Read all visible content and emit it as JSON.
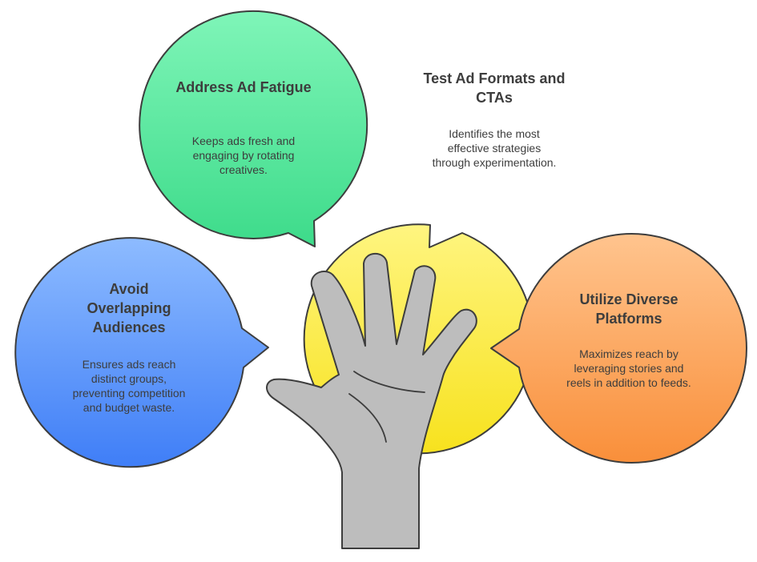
{
  "colors": {
    "green_top": "#7FF5B8",
    "green_bottom": "#3DDB8A",
    "yellow_top": "#FFF580",
    "yellow_bottom": "#F7E21E",
    "blue_top": "#8DBBFF",
    "blue_bottom": "#3F7EF7",
    "orange_top": "#FFC48E",
    "orange_bottom": "#F98F3A",
    "hand_fill": "#BDBDBD",
    "outline": "#3d3d3d",
    "text": "#3d3d3d"
  },
  "icons": [
    "hand-icon"
  ],
  "bubbles": {
    "fatigue": {
      "title": "Address Ad Fatigue",
      "description": "Keeps ads fresh and engaging by rotating creatives."
    },
    "formats": {
      "title": "Test Ad Formats and CTAs",
      "description": "Identifies the most effective strategies through experimentation."
    },
    "audiences": {
      "title": "Avoid Overlapping Audiences",
      "description": "Ensures ads reach distinct groups, preventing competition and budget waste."
    },
    "platforms": {
      "title": "Utilize Diverse Platforms",
      "description": "Maximizes reach by leveraging stories and reels in addition to feeds."
    }
  }
}
